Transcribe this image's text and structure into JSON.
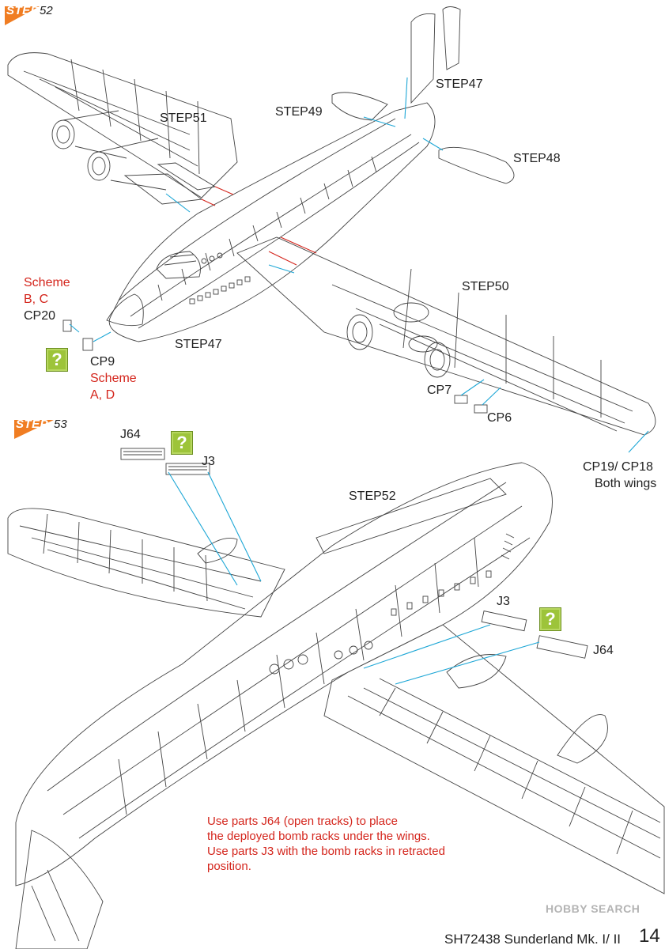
{
  "step52": {
    "word": "STEP",
    "number": "52",
    "labels": {
      "step51": "STEP51",
      "step49": "STEP49",
      "step47_top": "STEP47",
      "step48": "STEP48",
      "step50": "STEP50",
      "step47_nose": "STEP47",
      "cp20": "CP20",
      "cp9": "CP9",
      "cp7": "CP7",
      "cp6": "CP6",
      "cp19_18": "CP19/ CP18",
      "both_wings": "Both wings"
    },
    "scheme_bc": [
      "Scheme",
      "B, C"
    ],
    "scheme_ad": [
      "Scheme",
      "A, D"
    ],
    "help": "?"
  },
  "step53": {
    "word": "STEP",
    "number": "53",
    "labels": {
      "j64_top": "J64",
      "j3_top": "J3",
      "step52": "STEP52",
      "j3_right": "J3",
      "j64_right": "J64"
    },
    "help": "?",
    "note": [
      "Use parts J64 (open tracks) to place",
      "the deployed bomb racks under the wings.",
      "Use parts J3 with the bomb racks in retracted",
      "position."
    ]
  },
  "footer": {
    "title": "SH72438 Sunderland Mk. I/ II",
    "page": "14",
    "watermark": "HOBBY SEARCH"
  },
  "colors": {
    "step_badge": "#f07d22",
    "scheme_red": "#d4251c",
    "callout_blue": "#1ea7d6",
    "help_green": "#9dc43a"
  }
}
